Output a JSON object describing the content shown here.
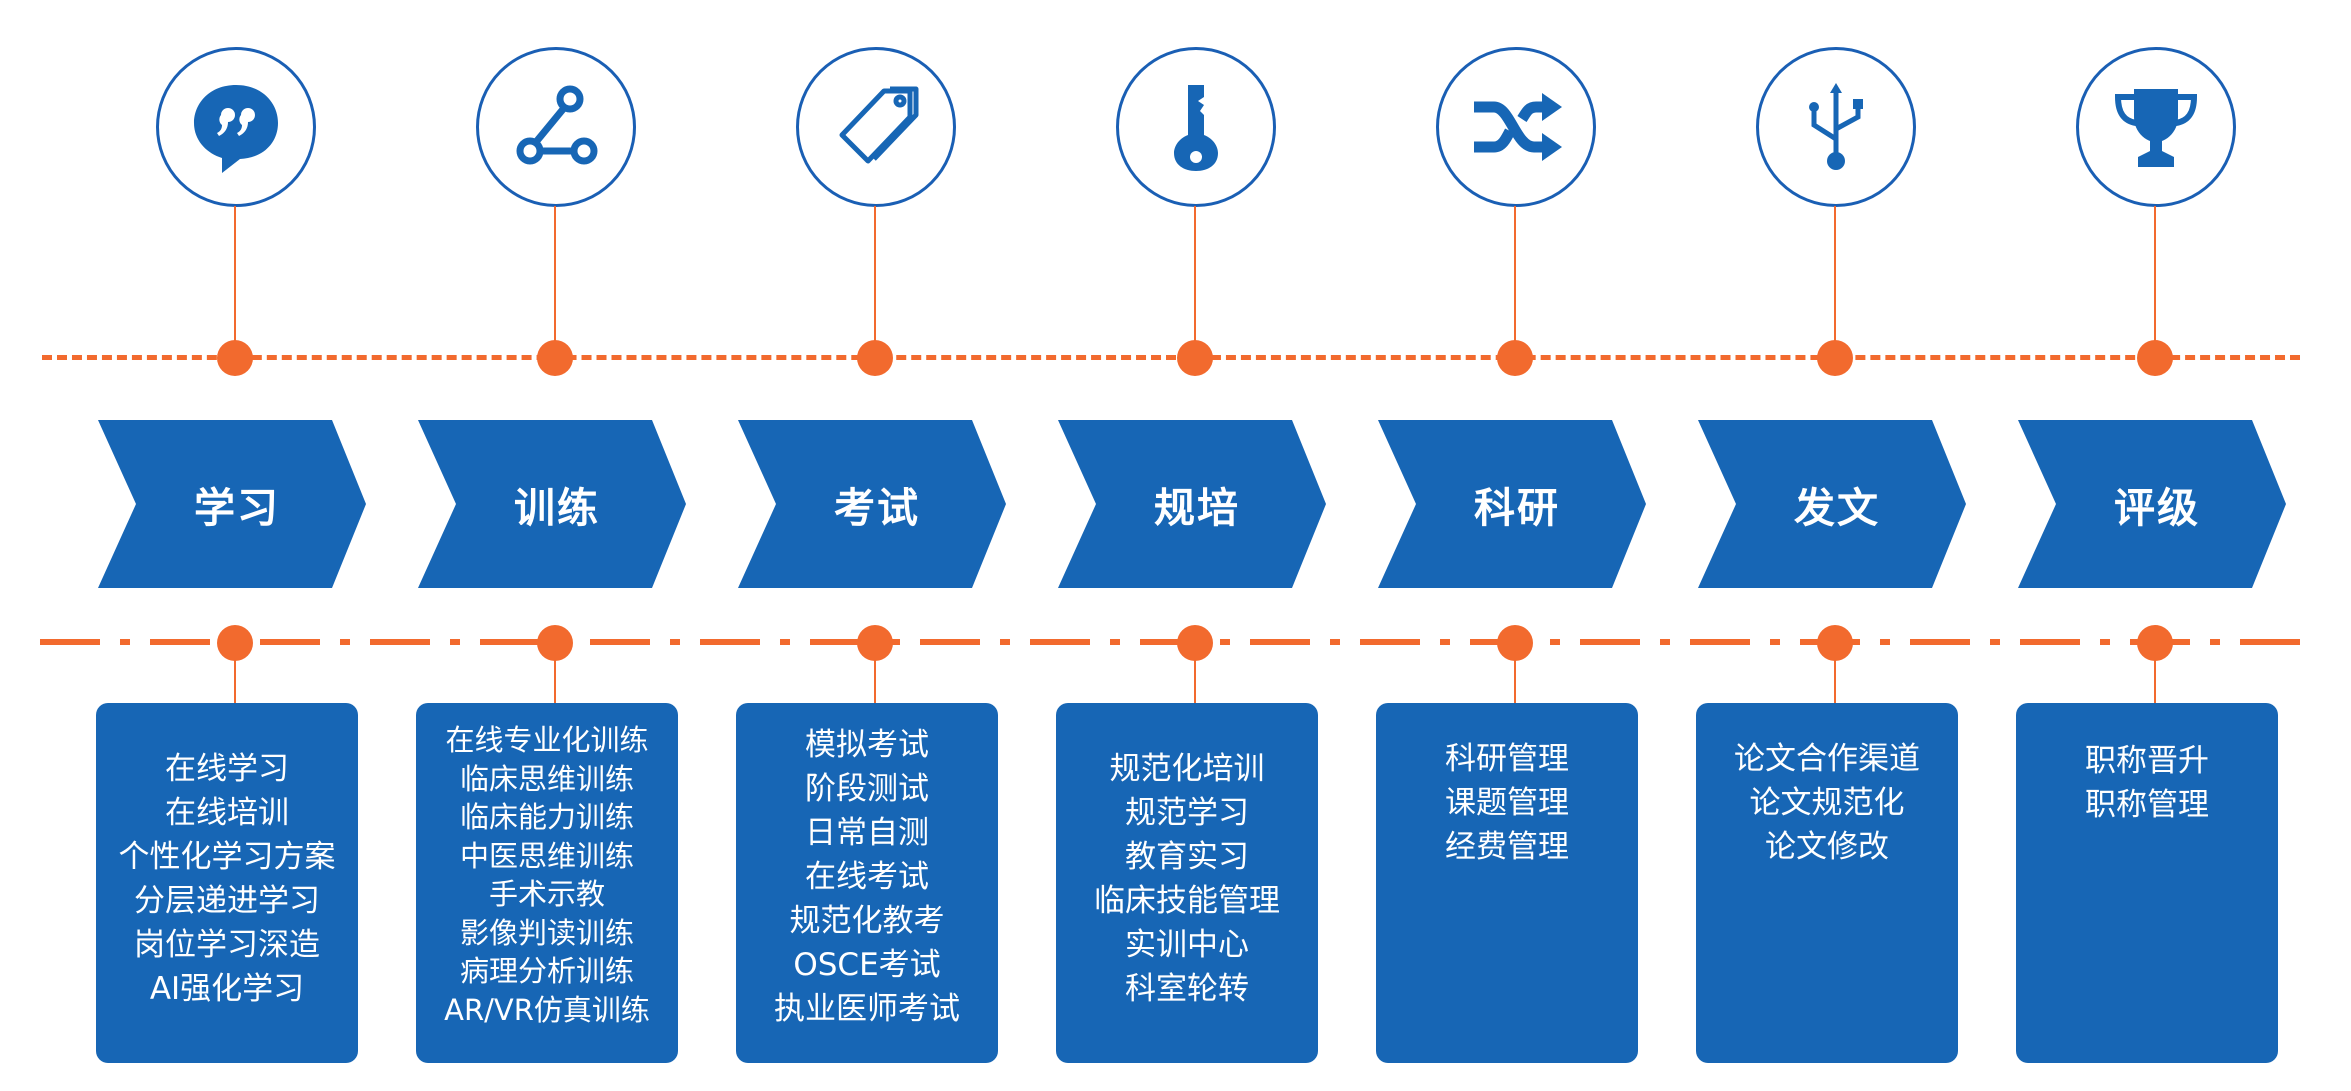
{
  "colors": {
    "primary": "#1766b5",
    "accent": "#f26a2e",
    "background": "#ffffff"
  },
  "stages": [
    {
      "title": "学习",
      "icon": "quote-bubble-icon",
      "items": [
        "在线学习",
        "在线培训",
        "个性化学习方案",
        "分层递进学习",
        "岗位学习深造",
        "AI强化学习"
      ]
    },
    {
      "title": "训练",
      "icon": "share-nodes-icon",
      "items": [
        "在线专业化训练",
        "临床思维训练",
        "临床能力训练",
        "中医思维训练",
        "手术示教",
        "影像判读训练",
        "病理分析训练",
        "AR/VR仿真训练"
      ]
    },
    {
      "title": "考试",
      "icon": "tags-icon",
      "items": [
        "模拟考试",
        "阶段测试",
        "日常自测",
        "在线考试",
        "规范化教考",
        "OSCE考试",
        "执业医师考试"
      ]
    },
    {
      "title": "规培",
      "icon": "key-icon",
      "items": [
        "规范化培训",
        "规范学习",
        "教育实习",
        "临床技能管理",
        "实训中心",
        "科室轮转"
      ]
    },
    {
      "title": "科研",
      "icon": "shuffle-icon",
      "items": [
        "科研管理",
        "课题管理",
        "经费管理"
      ]
    },
    {
      "title": "发文",
      "icon": "usb-icon",
      "items": [
        "论文合作渠道",
        "论文规范化",
        "论文修改"
      ]
    },
    {
      "title": "评级",
      "icon": "trophy-icon",
      "items": [
        "职称晋升",
        "职称管理"
      ]
    }
  ]
}
